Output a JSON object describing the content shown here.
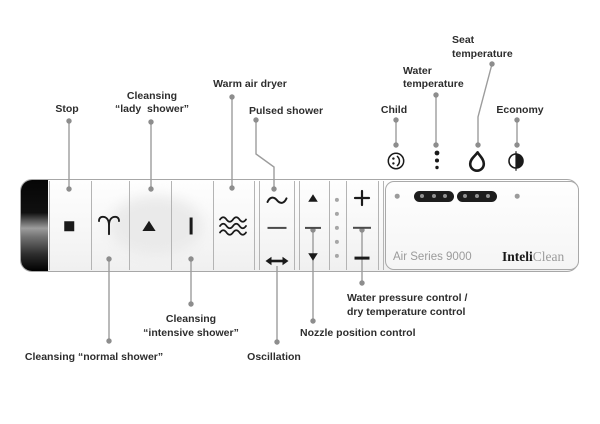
{
  "diagram": {
    "subject": "toilet-seat bidet control panel diagram",
    "background": "#ffffff"
  },
  "colors": {
    "label_text": "#2d2d2d",
    "leader_line": "#9c9c9c",
    "leader_dot": "#8d8d8d",
    "panel_border": "#a7a7a7",
    "symbol_black": "#1a1a1a",
    "led_pill": "#1d1d1d",
    "led_gray": "#9b9b9b",
    "model_text_gray": "#9b9b9b"
  },
  "callouts_top": {
    "stop": {
      "label": "Stop"
    },
    "cleansing_lady": {
      "line1": "Cleansing",
      "line2": "“lady  shower”"
    },
    "warm_air_dryer": {
      "label": "Warm air dryer"
    },
    "pulsed_shower": {
      "label": "Pulsed shower"
    },
    "child": {
      "label": "Child"
    },
    "water_temperature": {
      "line1": "Water",
      "line2": "temperature"
    },
    "seat_temperature": {
      "line1": "Seat",
      "line2": "temperature"
    },
    "economy": {
      "label": "Economy"
    }
  },
  "callouts_bottom": {
    "cleansing_normal": {
      "label": "Cleansing “normal shower”"
    },
    "cleansing_intensive": {
      "line1": "Cleansing",
      "line2": "“intensive shower”"
    },
    "oscillation": {
      "label": "Oscillation"
    },
    "nozzle_position": {
      "label": "Nozzle position control"
    },
    "water_pressure": {
      "line1": "Water pressure control /",
      "line2": "dry temperature control"
    }
  },
  "panel": {
    "buttons": [
      {
        "name": "stop",
        "symbol": "filled-square"
      },
      {
        "name": "cleansing-normal-shower",
        "symbol": "fountain-spray"
      },
      {
        "name": "cleansing-lady-shower",
        "symbol": "filled-triangle-up"
      },
      {
        "name": "cleansing-intensive-shower",
        "symbol": "vertical-bar"
      },
      {
        "name": "warm-air-dryer",
        "symbol": "triple-wave"
      },
      {
        "name": "pulsed-shower",
        "symbol": "tilde-wave"
      },
      {
        "name": "pulsed-dash",
        "symbol": "horizontal-dash"
      },
      {
        "name": "oscillation",
        "symbol": "left-right-arrow"
      },
      {
        "name": "nozzle-forward",
        "symbol": "small-triangle-up"
      },
      {
        "name": "nozzle-dash",
        "symbol": "horizontal-dash"
      },
      {
        "name": "nozzle-back",
        "symbol": "small-triangle-down"
      },
      {
        "name": "level-indicator",
        "symbol": "five-gray-dots-column"
      },
      {
        "name": "increase",
        "symbol": "plus"
      },
      {
        "name": "mid-dash",
        "symbol": "horizontal-dash"
      },
      {
        "name": "decrease",
        "symbol": "minus"
      }
    ],
    "indicator_icons": {
      "child": "smiley-face-in-circle",
      "water_temperature": "three-dots-vertical",
      "seat_temperature": "water-droplet-outline",
      "economy": "half-filled-circle"
    },
    "display": {
      "led_left_dot": "child-led",
      "led_pill_1": "water-temperature-led-strip (3 lights)",
      "led_pill_2": "seat-temperature-led-strip (3 lights)",
      "led_right_dot": "economy-led",
      "model": "Air Series 9000",
      "brand_bold": "Inteli",
      "brand_light": "Clean"
    }
  }
}
